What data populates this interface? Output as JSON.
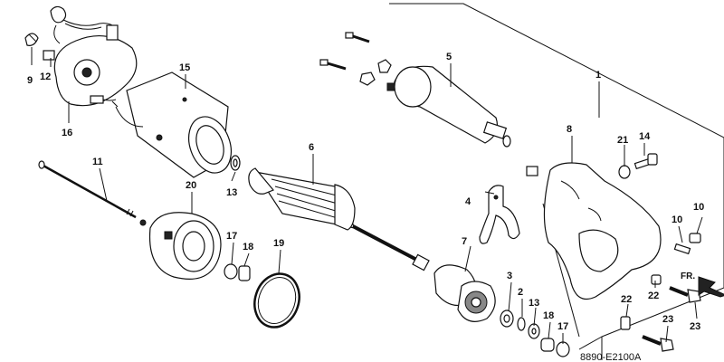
{
  "diagram": {
    "code": "8890-E2100A",
    "direction_label": "FR.",
    "callouts": [
      {
        "id": "1",
        "label": "1"
      },
      {
        "id": "3",
        "label": "3"
      },
      {
        "id": "2",
        "label": "2"
      },
      {
        "id": "4",
        "label": "4"
      },
      {
        "id": "5",
        "label": "5"
      },
      {
        "id": "6",
        "label": "6"
      },
      {
        "id": "7",
        "label": "7"
      },
      {
        "id": "8",
        "label": "8"
      },
      {
        "id": "9",
        "label": "9"
      },
      {
        "id": "10a",
        "label": "10"
      },
      {
        "id": "10b",
        "label": "10"
      },
      {
        "id": "11",
        "label": "11"
      },
      {
        "id": "12",
        "label": "12"
      },
      {
        "id": "13a",
        "label": "13"
      },
      {
        "id": "13b",
        "label": "13"
      },
      {
        "id": "14",
        "label": "14"
      },
      {
        "id": "15",
        "label": "15"
      },
      {
        "id": "16",
        "label": "16"
      },
      {
        "id": "17a",
        "label": "17"
      },
      {
        "id": "17b",
        "label": "17"
      },
      {
        "id": "18a",
        "label": "18"
      },
      {
        "id": "18b",
        "label": "18"
      },
      {
        "id": "19",
        "label": "19"
      },
      {
        "id": "20",
        "label": "20"
      },
      {
        "id": "21",
        "label": "21"
      },
      {
        "id": "22a",
        "label": "22"
      },
      {
        "id": "22b",
        "label": "22"
      },
      {
        "id": "23a",
        "label": "23"
      },
      {
        "id": "23b",
        "label": "23"
      }
    ]
  }
}
